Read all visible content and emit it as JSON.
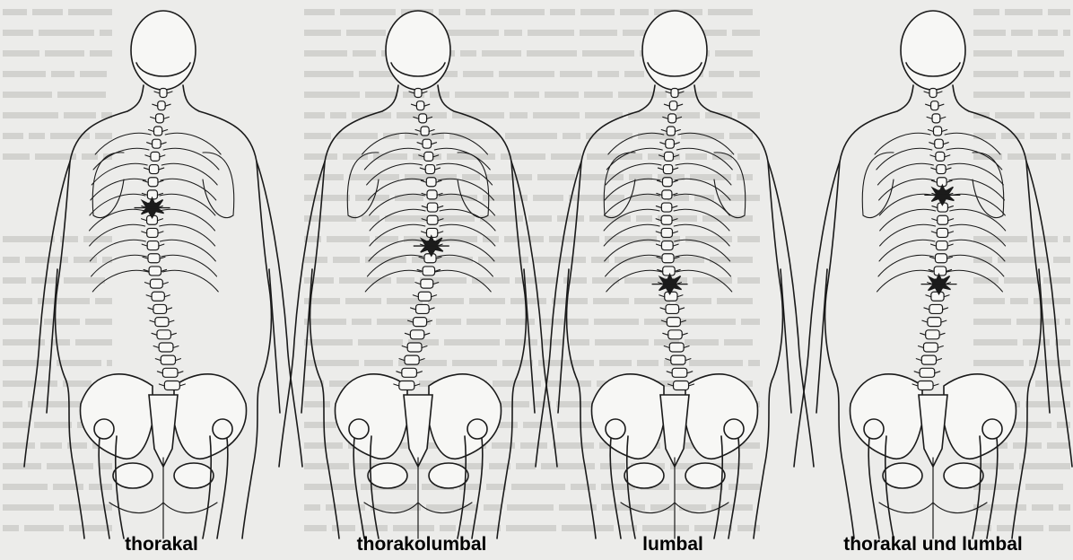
{
  "figures": [
    {
      "id": "thorakal",
      "label": "thorakal",
      "lesions": [
        {
          "level": "thoracic-mid",
          "vertebra_index": 9
        }
      ]
    },
    {
      "id": "thorakolumbal",
      "label": "thorakolumbal",
      "lesions": [
        {
          "level": "thoracolumbar",
          "vertebra_index": 12
        }
      ]
    },
    {
      "id": "lumbal",
      "label": "lumbal",
      "lesions": [
        {
          "level": "lumbar",
          "vertebra_index": 15
        }
      ]
    },
    {
      "id": "thorakal-und-lumbal",
      "label": "thorakal und lumbal",
      "lesions": [
        {
          "level": "thoracic",
          "vertebra_index": 8
        },
        {
          "level": "lumbar",
          "vertebra_index": 15
        }
      ]
    }
  ],
  "colors": {
    "background": "#ececea",
    "linework": "#1a1a1a",
    "bone_fill": "#f7f7f5",
    "lesion": "#1b1b1b",
    "label_text": "#000000"
  }
}
